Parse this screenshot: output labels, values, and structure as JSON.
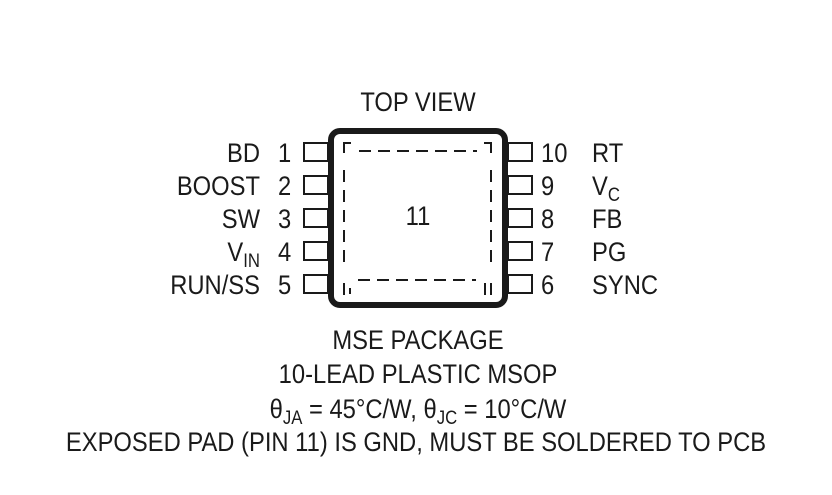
{
  "header": {
    "title": "TOP VIEW"
  },
  "package": {
    "exposed_pad_number": "11",
    "left_pins": [
      {
        "number": "1",
        "name": "BD"
      },
      {
        "number": "2",
        "name": "BOOST"
      },
      {
        "number": "3",
        "name": "SW"
      },
      {
        "number": "4",
        "name_main": "V",
        "name_sub": "IN"
      },
      {
        "number": "5",
        "name": "RUN/SS"
      }
    ],
    "right_pins": [
      {
        "number": "10",
        "name": "RT"
      },
      {
        "number": "9",
        "name_main": "V",
        "name_sub": "C"
      },
      {
        "number": "8",
        "name": "FB"
      },
      {
        "number": "7",
        "name": "PG"
      },
      {
        "number": "6",
        "name": "SYNC"
      }
    ]
  },
  "footer": {
    "package_name": "MSE PACKAGE",
    "package_desc": "10-LEAD PLASTIC MSOP",
    "thermal": {
      "theta_symbol": "θ",
      "ja_sub": "JA",
      "ja_value": " = 45°C/W, ",
      "jc_sub": "JC",
      "jc_value": " = 10°C/W"
    },
    "note": "EXPOSED PAD (PIN 11) IS GND, MUST BE SOLDERED TO PCB"
  }
}
